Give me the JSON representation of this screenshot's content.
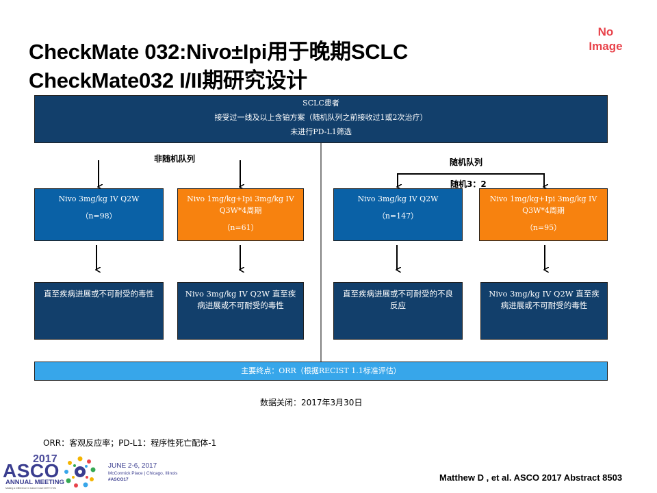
{
  "titles": {
    "line1": "CheckMate 032:Nivo±Ipi用于晚期SCLC",
    "line2": "CheckMate032 I/II期研究设计"
  },
  "placeholder": {
    "line1": "No",
    "line2": "Image"
  },
  "top_box": {
    "line1": "SCLC患者",
    "line2": "接受过一线及以上含铂方案（随机队列之前接收过1或2次治疗）",
    "line3": "未进行PD-L1筛选"
  },
  "labels": {
    "non_random": "非随机队列",
    "random": "随机队列",
    "ratio": "随机3：2"
  },
  "arms": [
    {
      "drug": "Nivo 3mg/kg IV Q2W",
      "n": "（n=98）",
      "color": "#0a61a6"
    },
    {
      "drug": "Nivo 1mg/kg+Ipi 3mg/kg IV Q3W*4周期",
      "n": "（n=61）",
      "color": "#f7820f"
    },
    {
      "drug": "Nivo 3mg/kg IV Q2W",
      "n": "（n=147）",
      "color": "#0a61a6"
    },
    {
      "drug": "Nivo 1mg/kg+Ipi 3mg/kg IV Q3W*4周期",
      "n": "（n=95）",
      "color": "#f7820f"
    }
  ],
  "outcomes": [
    "直至疾病进展或不可耐受的毒性",
    "Nivo 3mg/kg IV Q2W 直至疾病进展或不可耐受的毒性",
    "直至疾病进展或不可耐受的不良反应",
    "Nivo 3mg/kg IV Q2W 直至疾病进展或不可耐受的毒性"
  ],
  "endpoint": "主要终点：ORR（根据RECIST 1.1标准评估）",
  "data_cutoff": "数据关闭：2017年3月30日",
  "footnote": "ORR：客观反应率；PD-L1：程序性死亡配体-1",
  "asco": {
    "year": "2017",
    "name": "ASCO",
    "meeting": "ANNUAL MEETING",
    "tagline": "Making a Difference in Cancer Care WITH YOU",
    "dates": "JUNE 2-6, 2017",
    "place": "McCormick Place | Chicago, Illinois",
    "hashtag": "#ASCO17"
  },
  "citation": "Matthew D , et al.  ASCO  2017 Abstract 8503",
  "colors": {
    "navy": "#123f6b",
    "blue": "#0a61a6",
    "orange": "#f7820f",
    "light_blue": "#37a6ea"
  }
}
